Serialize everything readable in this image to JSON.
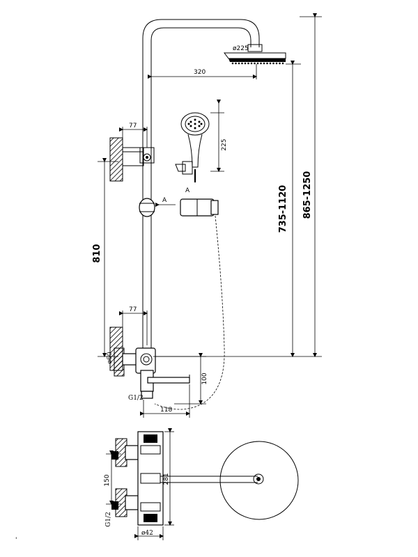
{
  "dimensions": {
    "head_diameter": "ø225",
    "arm_reach": "320",
    "handset_length": "225",
    "total_height": "865-1250",
    "adjust_height": "735-1120",
    "wall_spacing": "810",
    "offset_top": "77",
    "offset_bottom": "77",
    "escutcheon_diameter": "ø60",
    "spout_height": "100",
    "spout_length": "118",
    "inlet_thread": "G1/2",
    "bottom_inlet_thread": "G1/2",
    "inlet_spacing": "150",
    "valve_height": "281",
    "valve_diameter": "ø42"
  },
  "section_markers": {
    "arrow_label": "A",
    "view_label": "A"
  },
  "footer_mark": "'"
}
